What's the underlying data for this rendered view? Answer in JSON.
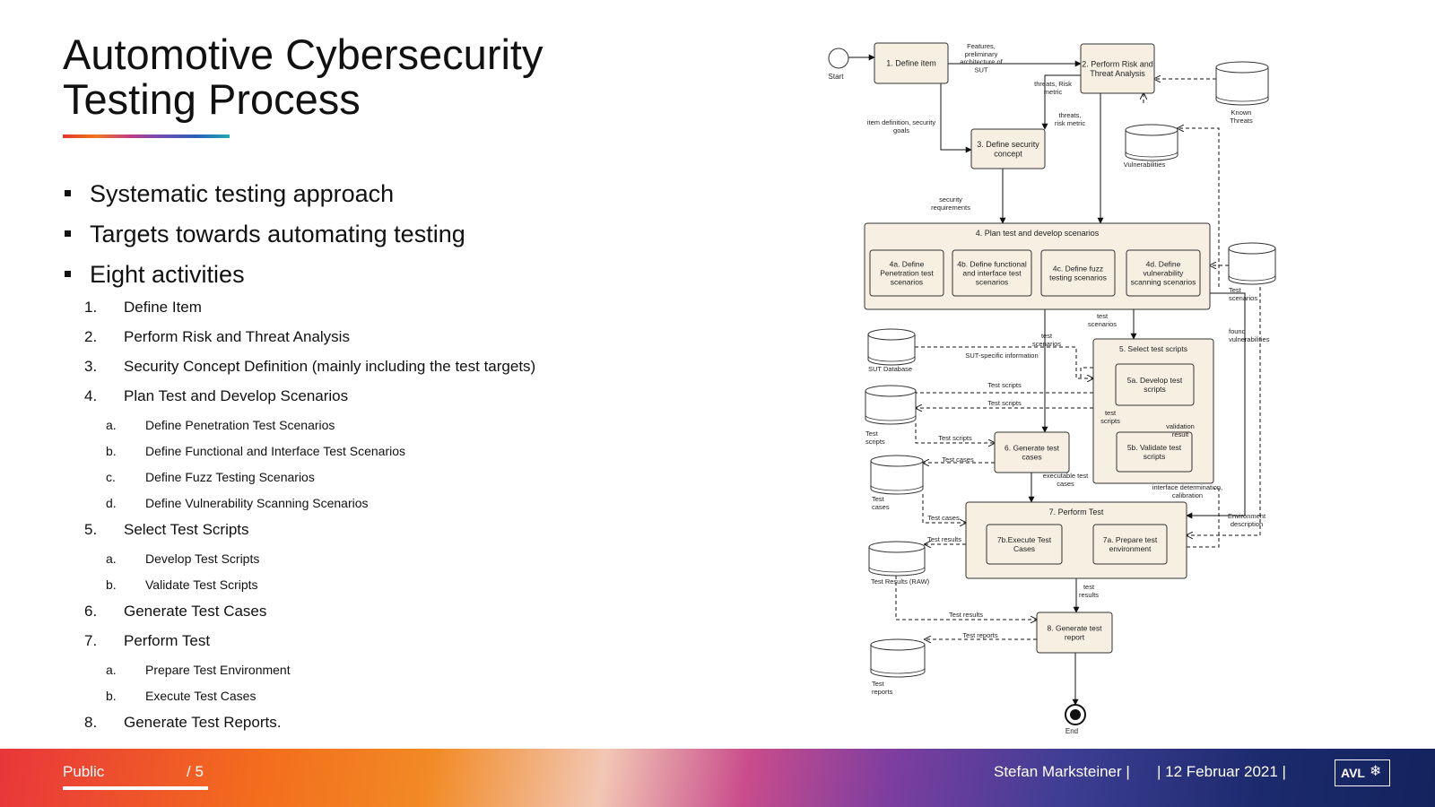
{
  "slide": {
    "title_line1": "Automotive Cybersecurity",
    "title_line2": "Testing Process",
    "bullets": [
      "Systematic testing approach",
      "Targets towards automating testing",
      "Eight activities"
    ],
    "steps": [
      {
        "n": "1.",
        "text": "Define Item",
        "subs": []
      },
      {
        "n": "2.",
        "text": "Perform Risk and Threat Analysis",
        "subs": []
      },
      {
        "n": "3.",
        "text": "Security Concept Definition (mainly including the test targets)",
        "subs": []
      },
      {
        "n": "4.",
        "text": "Plan Test and Develop Scenarios",
        "subs": [
          {
            "n": "a.",
            "text": "Define Penetration Test Scenarios"
          },
          {
            "n": "b.",
            "text": "Define Functional and Interface Test Scenarios"
          },
          {
            "n": "c.",
            "text": "Define Fuzz Testing Scenarios"
          },
          {
            "n": "d.",
            "text": "Define Vulnerability Scanning Scenarios"
          }
        ]
      },
      {
        "n": "5.",
        "text": "Select Test Scripts",
        "subs": [
          {
            "n": "a.",
            "text": "Develop Test Scripts"
          },
          {
            "n": "b.",
            "text": "Validate Test Scripts"
          }
        ]
      },
      {
        "n": "6.",
        "text": "Generate Test Cases",
        "subs": []
      },
      {
        "n": "7.",
        "text": "Perform Test",
        "subs": [
          {
            "n": "a.",
            "text": "Prepare Test Environment"
          },
          {
            "n": "b.",
            "text": "Execute Test Cases"
          }
        ]
      },
      {
        "n": "8.",
        "text": "Generate Test Reports.",
        "subs": []
      }
    ]
  },
  "diagram": {
    "start": "Start",
    "end": "End",
    "boxes": {
      "b1": [
        "1. Define item"
      ],
      "b2": [
        "2. Perform Risk and",
        "Threat Analysis"
      ],
      "b3": [
        "3. Define security",
        "concept"
      ],
      "b4": [
        "4. Plan test and develop scenarios"
      ],
      "b4a": [
        "4a. Define",
        "Penetration test",
        "scenarios"
      ],
      "b4b": [
        "4b. Define functional",
        "and interface test",
        "scenarios"
      ],
      "b4c": [
        "4c. Define fuzz",
        "testing scenarios"
      ],
      "b4d": [
        "4d. Define",
        "vulnerability",
        "scanning scenarios"
      ],
      "b5": [
        "5. Select test scripts"
      ],
      "b5a": [
        "5a. Develop test",
        "scripts"
      ],
      "b5b": [
        "5b. Validate test",
        "scripts"
      ],
      "b6": [
        "6. Generate test",
        "cases"
      ],
      "b7": [
        "7. Perform Test"
      ],
      "b7b": [
        "7b.Execute Test",
        "Cases"
      ],
      "b7a": [
        "7a. Prepare test",
        "environment"
      ],
      "b8": [
        "8. Generate test",
        "report"
      ]
    },
    "stores": {
      "known_threats": [
        "Known",
        "Threats"
      ],
      "vulnerabilities": [
        "Vulnerabilities"
      ],
      "test_scenarios": [
        "Test",
        "scenarios"
      ],
      "sut_db": [
        "SUT Database"
      ],
      "test_scripts": [
        "Test",
        "scripts"
      ],
      "test_cases": [
        "Test",
        "cases"
      ],
      "test_results_raw": [
        "Test Results (RAW)"
      ],
      "test_reports": [
        "Test",
        "reports"
      ]
    },
    "labels": {
      "features": [
        "Features,",
        "preliminary",
        "architecture of",
        "SUT"
      ],
      "threats_risk": [
        "threats, Risk",
        "metric"
      ],
      "threats_risk2": [
        "threats,",
        "risk metric"
      ],
      "item_def": [
        "item definition, security",
        "goals"
      ],
      "sec_req": [
        "security",
        "requirements"
      ],
      "test_scen_a": [
        "test",
        "scenarios"
      ],
      "test_scen_b": [
        "test",
        "scenarios"
      ],
      "found_vuln": [
        "found",
        "vulnerabilities"
      ],
      "sut_info": [
        "SUT-specific information"
      ],
      "scripts1": [
        "Test scripts"
      ],
      "scripts2": [
        "Test scripts"
      ],
      "scripts3": [
        "Test scripts"
      ],
      "test_scripts_small": [
        "test",
        "scripts"
      ],
      "validation": [
        "validation",
        "result"
      ],
      "testcases1": [
        "Test cases"
      ],
      "testcases2": [
        "Test cases"
      ],
      "exec_cases": [
        "executable test",
        "cases"
      ],
      "iface_det": [
        "interface determination,",
        "calibration"
      ],
      "env_desc": [
        "Environment",
        "description"
      ],
      "results1": [
        "Test results"
      ],
      "results2": [
        "Test results"
      ],
      "results3": [
        "test",
        "results"
      ],
      "reports": [
        "Test reports"
      ]
    }
  },
  "footer": {
    "classification": "Public",
    "page": "/ 5",
    "author": "Stefan Marksteiner |",
    "date": "| 12 Februar 2021 |",
    "logo": "AVL",
    "logo_icon": "❄"
  }
}
